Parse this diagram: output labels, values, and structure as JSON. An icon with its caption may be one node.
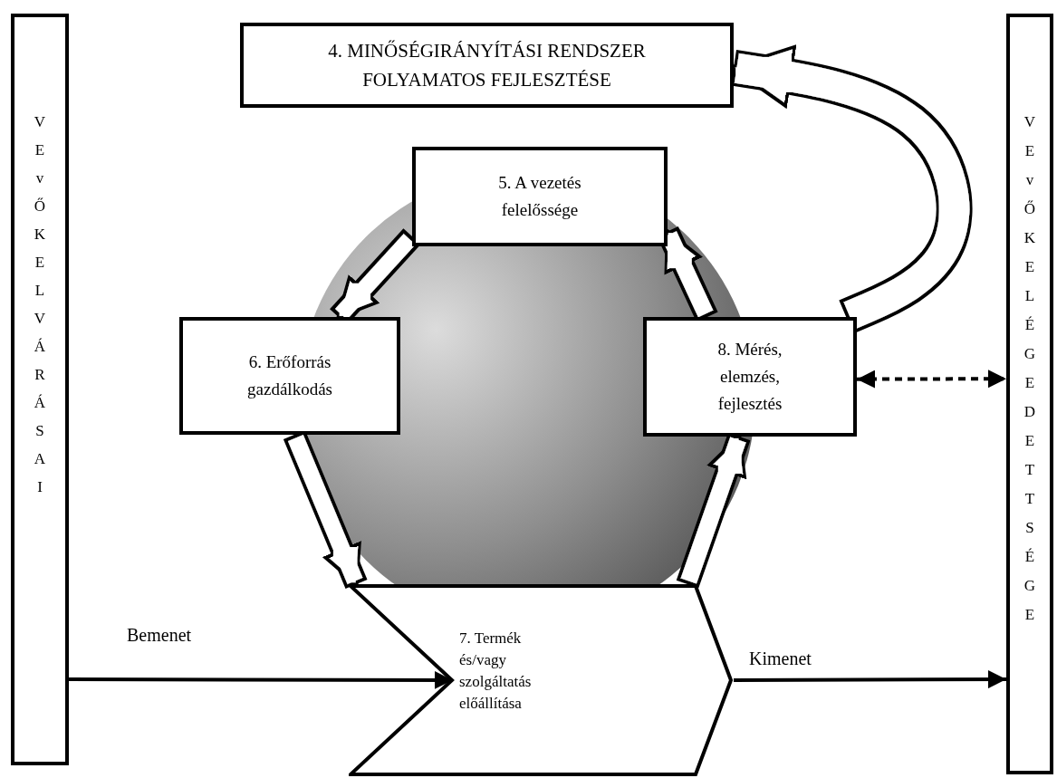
{
  "diagram": {
    "nodes": [
      {
        "text": [
          "VEvŐK ELVÁRÁSAI"
        ]
      },
      {
        "text": [
          "4. MINŐSÉGIRÁNYÍTÁSI RENDSZER FOLYAMATOS FEJLESZTÉSE"
        ]
      },
      {
        "text": [
          "VEvŐK ELÉGEDETTSÉGE"
        ]
      },
      {
        "text": [
          "5. A vezetés felelőssége"
        ]
      },
      {
        "text": [
          "6. Erőforrás gazdálkodás"
        ]
      },
      {
        "text": [
          "7. Termék és/vagy szolgáltatás előállítása"
        ]
      },
      {
        "text": [
          "8. Mérés, elemzés, fejlesztés"
        ]
      }
    ],
    "edges": [
      {
        "from": 3,
        "to": 4,
        "arrow": "to"
      },
      {
        "from": 4,
        "to": 5,
        "arrow": "to"
      },
      {
        "from": 5,
        "to": 6,
        "arrow": "to"
      },
      {
        "from": 6,
        "to": 3,
        "arrow": "to"
      },
      {
        "from": 6,
        "to": 1,
        "arrow": "to"
      },
      {
        "from": 6,
        "to": 2,
        "arrow": "both",
        "style": "dashed"
      },
      {
        "from": 0,
        "to": 5,
        "arrow": "to",
        "label": "Bemenet"
      },
      {
        "from": 5,
        "to": 2,
        "arrow": "to",
        "label": "Kimenet"
      }
    ]
  }
}
